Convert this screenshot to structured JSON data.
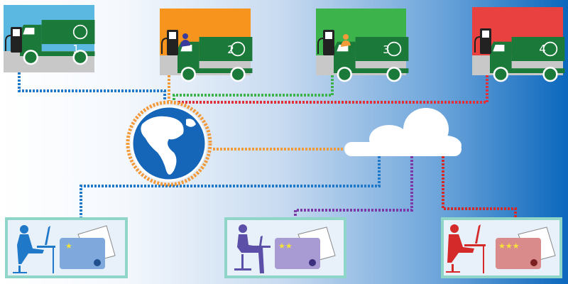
{
  "stations": [
    {
      "number": "1",
      "color": "#5bb8e0",
      "line_color": "#1f78c8"
    },
    {
      "number": "2",
      "color": "#f7941d",
      "line_color": "#f39a3a"
    },
    {
      "number": "3",
      "color": "#3cb44b",
      "line_color": "#3cb44b"
    },
    {
      "number": "4",
      "color": "#e8413f",
      "line_color": "#e0303a"
    }
  ],
  "offices": [
    {
      "color": "#1f78c8",
      "card_color": "#7fa9dc",
      "stars": "★"
    },
    {
      "color": "#5b4fa8",
      "card_color": "#a89bd4",
      "stars": "★★"
    },
    {
      "color": "#d42a2a",
      "card_color": "#d98a8a",
      "stars": "★★★"
    }
  ],
  "colors": {
    "truck": "#1b7a3a",
    "ground": "#c8c8c8",
    "globe": "#1565b8",
    "globe_ring": "#f39a3a",
    "frame": "#8fd6c8"
  }
}
